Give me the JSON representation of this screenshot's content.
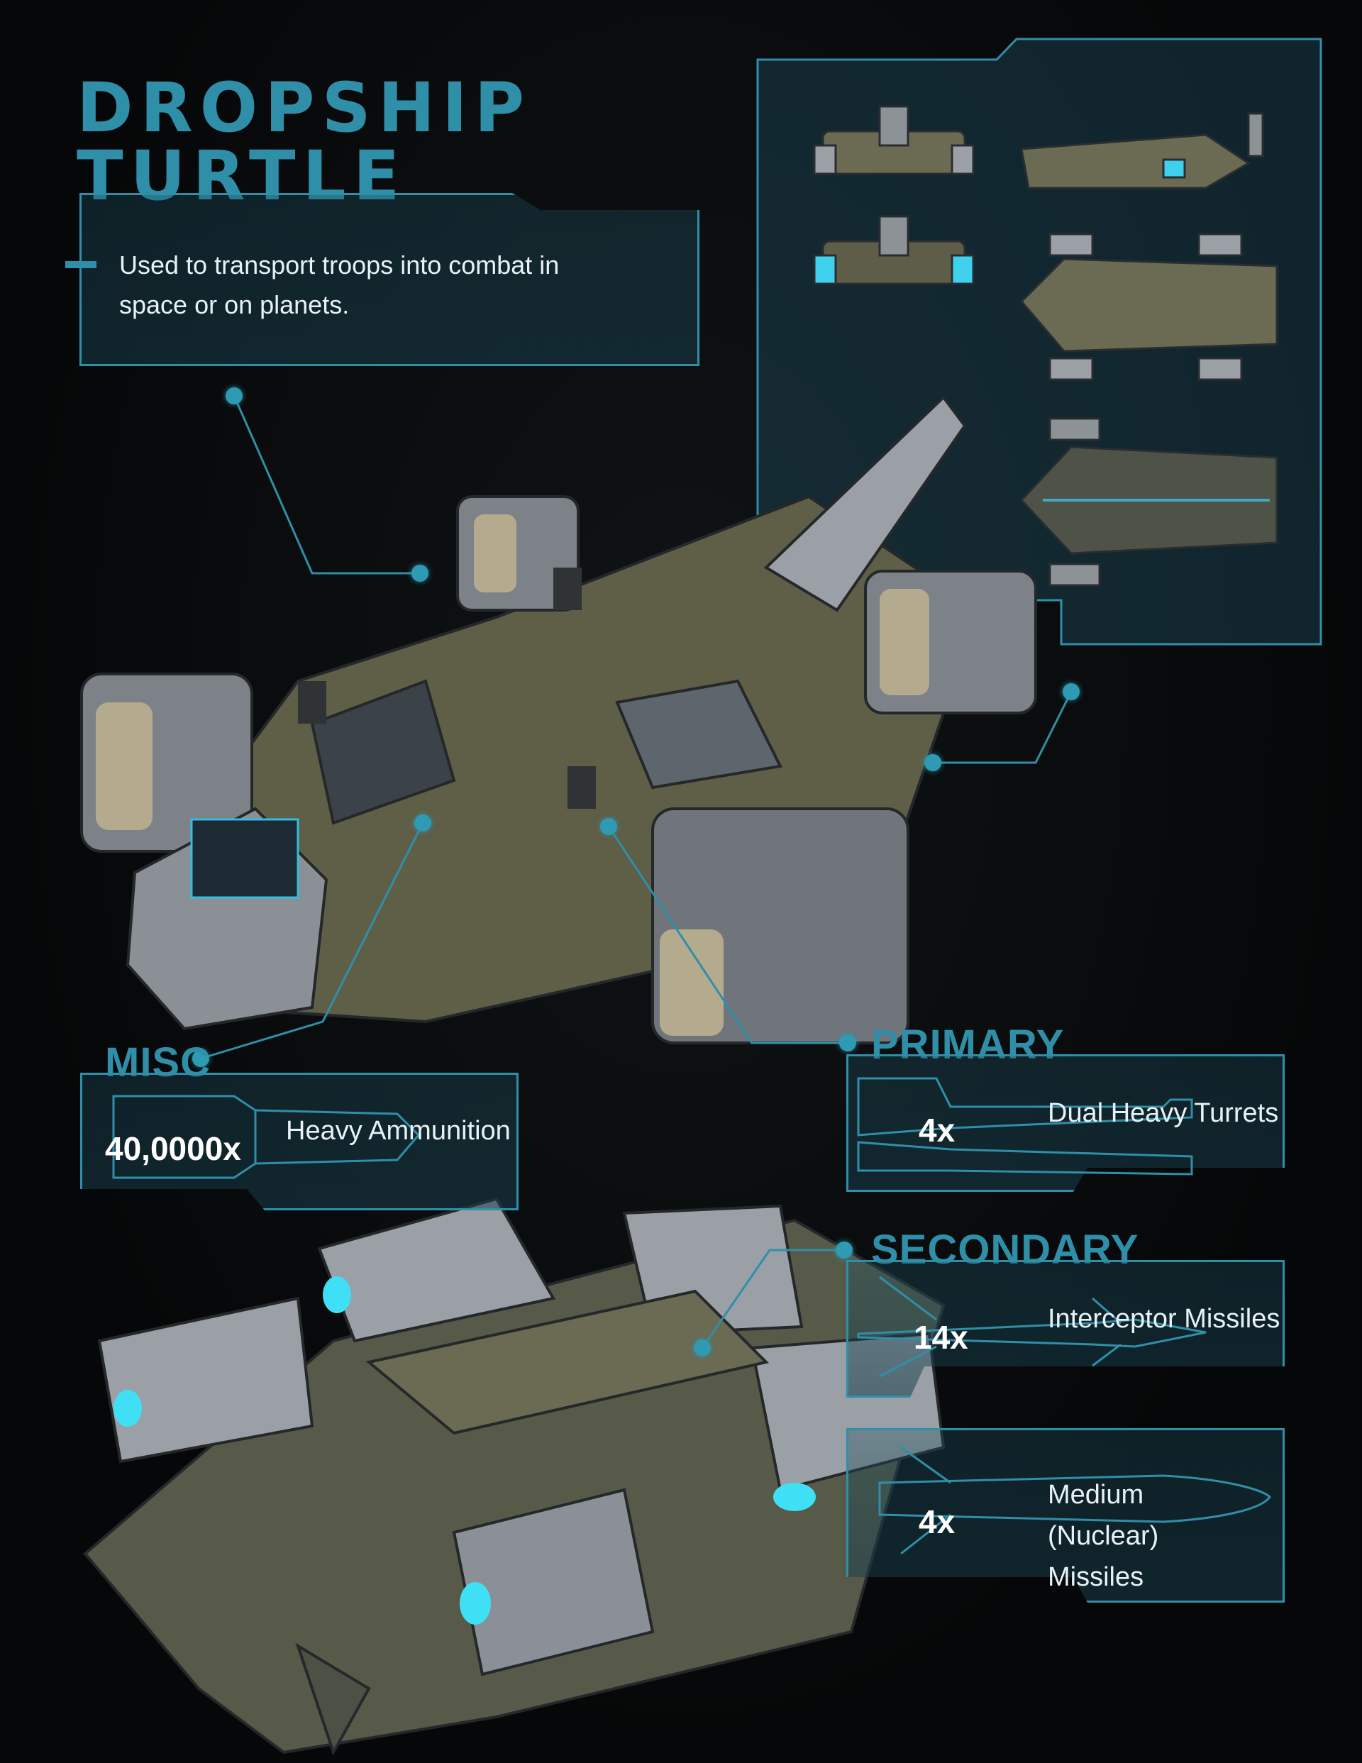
{
  "title": {
    "line1": "DROPSHIP",
    "line2": "TURTLE"
  },
  "description": "Used to transport troops into combat in space or on planets.",
  "accent_color": "#2f8fa8",
  "sections": {
    "misc": {
      "label": "MISC",
      "items": [
        {
          "count": "40,0000x",
          "name": "Heavy Ammunition"
        }
      ]
    },
    "primary": {
      "label": "PRIMARY",
      "items": [
        {
          "count": "4x",
          "name": "Dual Heavy Turrets"
        }
      ]
    },
    "secondary": {
      "label": "SECONDARY",
      "items": [
        {
          "count": "14x",
          "name": "Interceptor Missiles"
        },
        {
          "count": "4x",
          "name": "Medium (Nuclear) Missiles"
        }
      ]
    }
  },
  "icons": [
    "ammunition-silhouette",
    "turret-silhouette",
    "missile-silhouette",
    "nuclear-missile-silhouette"
  ]
}
